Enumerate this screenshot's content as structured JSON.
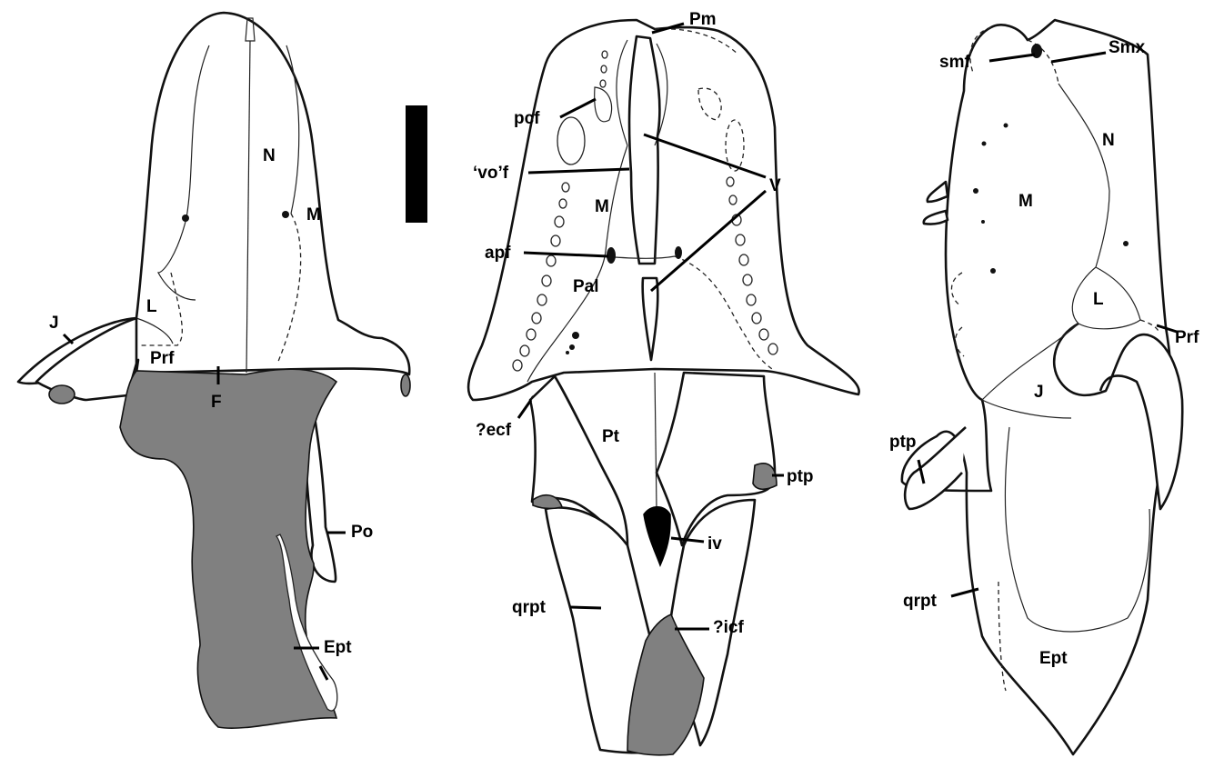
{
  "colors": {
    "outline": "#111111",
    "matrix_grey": "#808080",
    "background": "#ffffff"
  },
  "scale_bar": {
    "shown": true
  },
  "panels": {
    "dorsal": {
      "labels": {
        "N": "N",
        "M": "M",
        "L": "L",
        "J": "J",
        "Prf": "Prf",
        "F": "F",
        "Po": "Po",
        "Ept": "Ept"
      }
    },
    "ventral": {
      "labels": {
        "Pm": "Pm",
        "pcf": "pcf",
        "vof": "‘vo’f",
        "V": "V",
        "M": "M",
        "apf": "apf",
        "Pal": "Pal",
        "ecf": "?ecf",
        "Pt": "Pt",
        "ptp": "ptp",
        "iv": "iv",
        "qrpt": "qrpt",
        "icf": "?icf"
      }
    },
    "lateral": {
      "labels": {
        "smf": "smf",
        "Smx": "Smx",
        "N": "N",
        "M": "M",
        "L": "L",
        "Prf": "Prf",
        "J": "J",
        "ptp": "ptp",
        "qrpt": "qrpt",
        "Ept": "Ept"
      }
    }
  }
}
